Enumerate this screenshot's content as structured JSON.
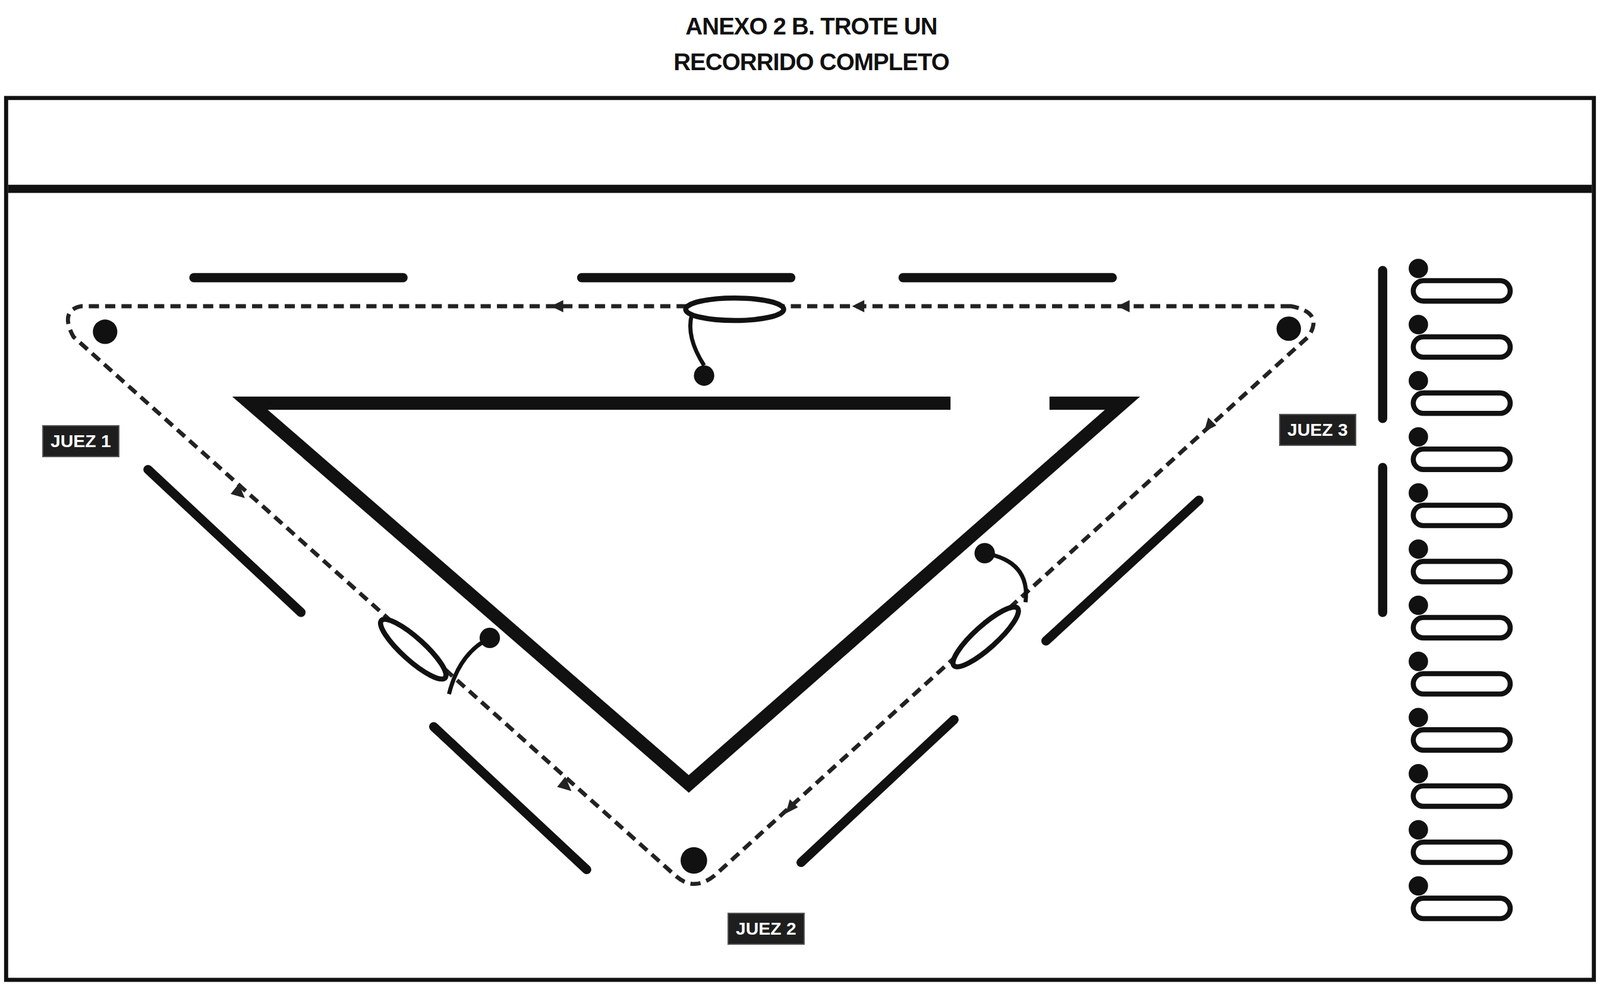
{
  "diagram": {
    "title": "ANEXO 2 B. TROTE UN RECORRIDO COMPLETO",
    "nodes": [
      {
        "text": [
          "JUEZ 1"
        ]
      },
      {
        "text": [
          "JUEZ 3"
        ]
      },
      {
        "text": [
          "JUEZ 2"
        ]
      }
    ]
  }
}
